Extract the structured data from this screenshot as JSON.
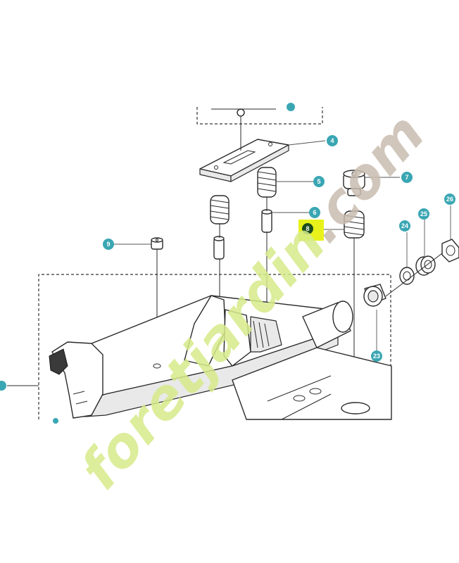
{
  "diagram": {
    "callout_color": "#3aa6b3",
    "highlight_color": "#e8f21a",
    "highlight_callout_color": "#1d4d1d",
    "callouts": [
      {
        "label": "4"
      },
      {
        "label": "5"
      },
      {
        "label": "6"
      },
      {
        "label": "7"
      },
      {
        "label": "8"
      },
      {
        "label": "9"
      },
      {
        "label": "23"
      },
      {
        "label": "24"
      },
      {
        "label": "25"
      },
      {
        "label": "26"
      }
    ],
    "highlighted_callout": "8"
  },
  "watermark": {
    "text_main": "foretjardin",
    "text_suffix": ".com",
    "color_main": "#d6eb8a",
    "color_accent": "#f2c58a",
    "color_suffix": "#c9bdb0"
  }
}
